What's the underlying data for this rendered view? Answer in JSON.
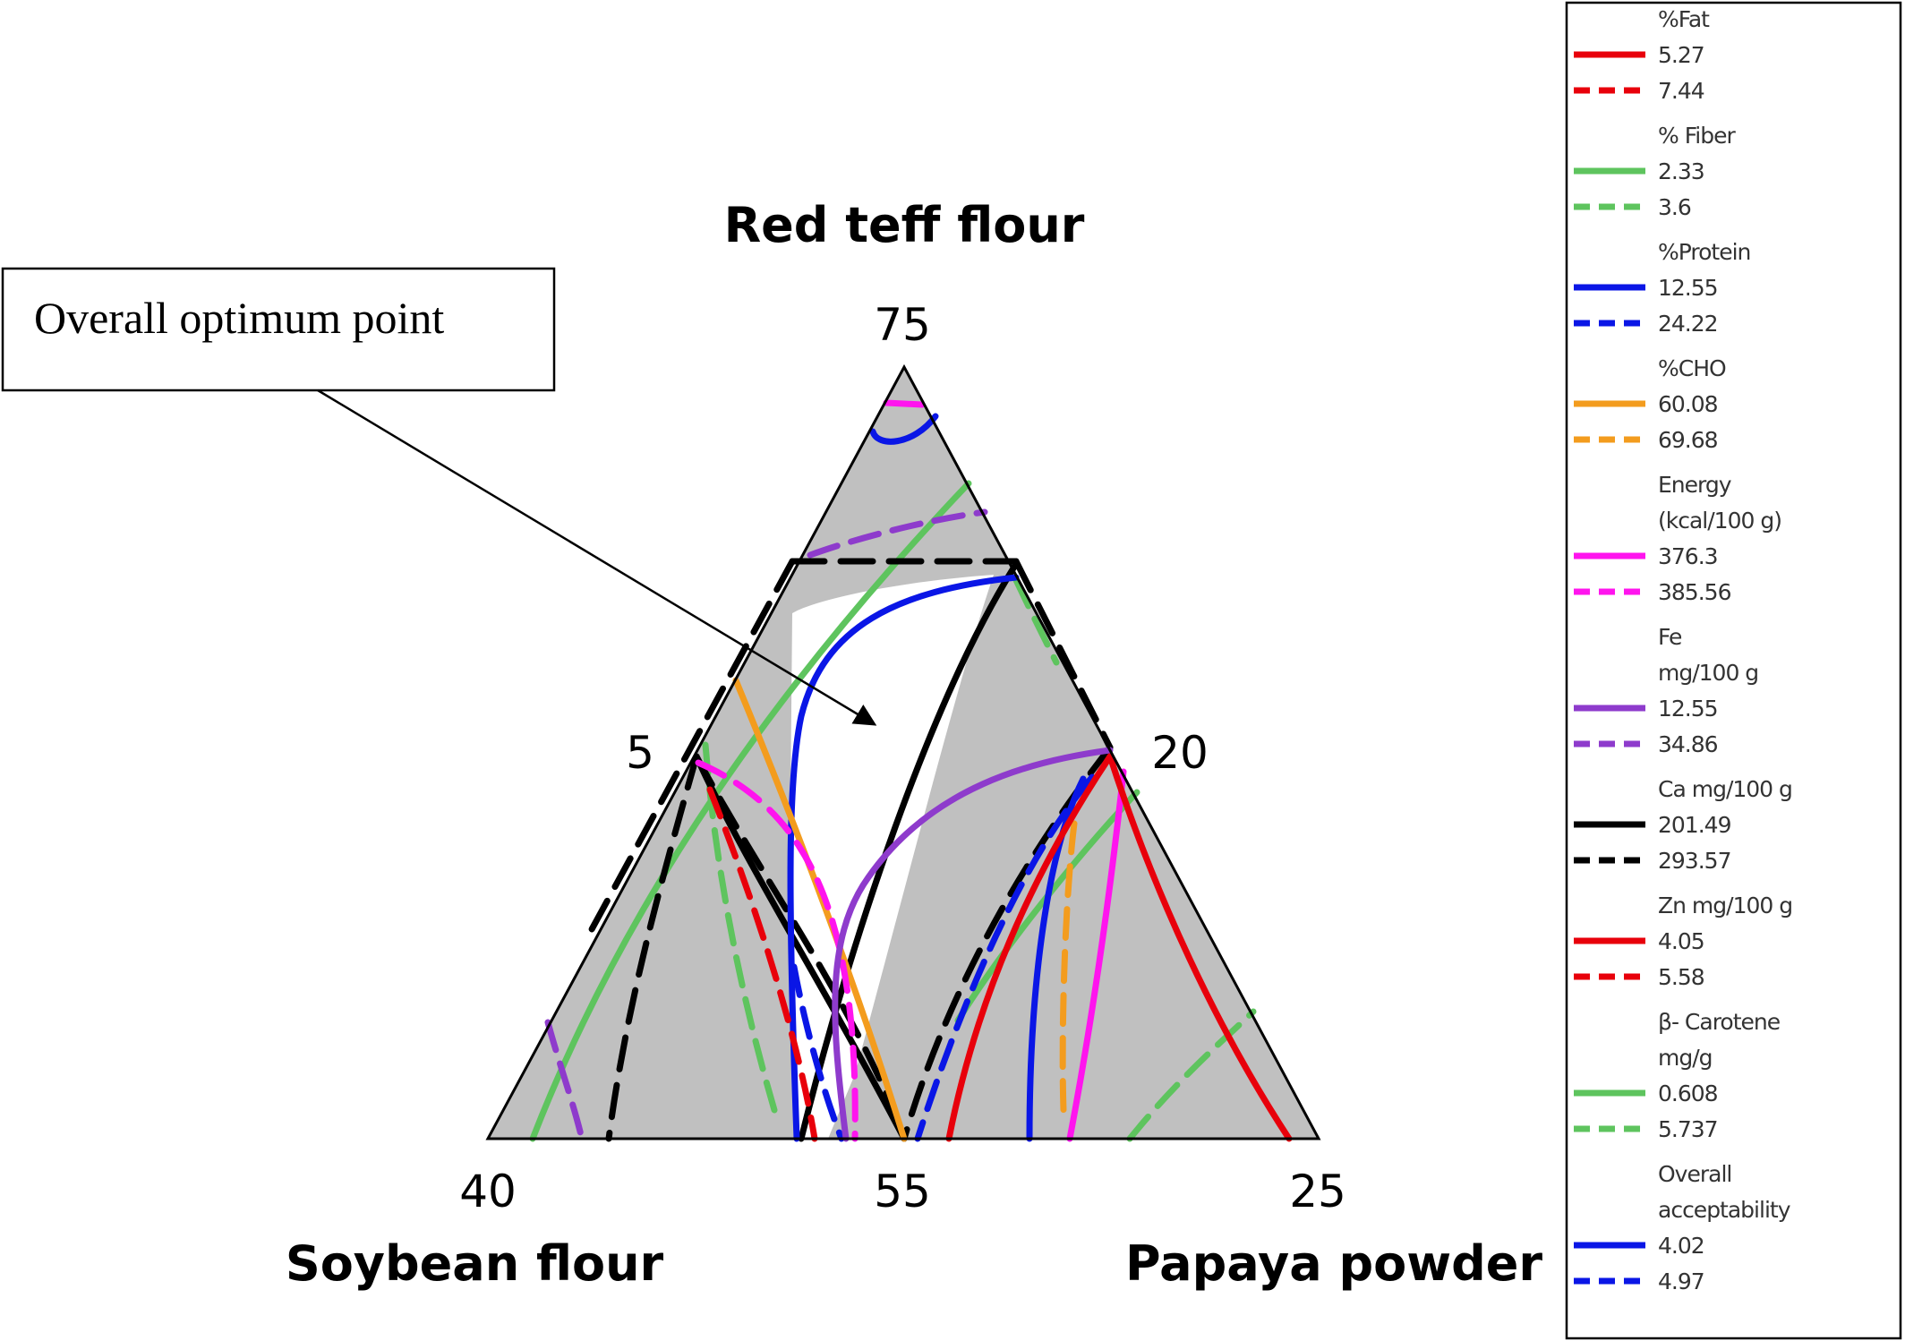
{
  "chart_data": {
    "type": "ternary-contour",
    "title": "",
    "axes": {
      "top": {
        "label": "Red teff flour"
      },
      "left": {
        "label": "Soybean flour"
      },
      "right": {
        "label": "Papaya powder"
      }
    },
    "tick_labels": [
      "75",
      "5",
      "20",
      "40",
      "55",
      "25"
    ],
    "annotation": "Overall optimum point",
    "background_color": "#c0c0c0",
    "feasible_region_color": "#ffffff",
    "legend_position": "right",
    "legend": [
      {
        "name": "%Fat",
        "color": "#e8000b",
        "entries": [
          {
            "value": "5.27",
            "style": "solid"
          },
          {
            "value": "7.44",
            "style": "dashed"
          }
        ]
      },
      {
        "name": "% Fiber",
        "color": "#5ec45e",
        "entries": [
          {
            "value": "2.33",
            "style": "solid"
          },
          {
            "value": "3.6",
            "style": "dashed"
          }
        ]
      },
      {
        "name": "%Protein",
        "color": "#0a16e6",
        "entries": [
          {
            "value": "12.55",
            "style": "solid"
          },
          {
            "value": "24.22",
            "style": "dashed"
          }
        ]
      },
      {
        "name": "%CHO",
        "color": "#f39c1e",
        "entries": [
          {
            "value": "60.08",
            "style": "solid"
          },
          {
            "value": "69.68",
            "style": "dashed"
          }
        ]
      },
      {
        "name": "Energy (kcal/100 g)",
        "lines": [
          "Energy",
          "(kcal/100 g)"
        ],
        "color": "#ff14ee",
        "entries": [
          {
            "value": "376.3",
            "style": "solid"
          },
          {
            "value": "385.56",
            "style": "dashed"
          }
        ]
      },
      {
        "name": "Fe mg/100 g",
        "lines": [
          "Fe",
          "mg/100 g"
        ],
        "color": "#8e3bcc",
        "entries": [
          {
            "value": "12.55",
            "style": "solid"
          },
          {
            "value": "34.86",
            "style": "dashed"
          }
        ]
      },
      {
        "name": "Ca mg/100 g",
        "color": "#000000",
        "entries": [
          {
            "value": "201.49",
            "style": "solid"
          },
          {
            "value": "293.57",
            "style": "dashed"
          }
        ]
      },
      {
        "name": "Zn mg/100 g",
        "color": "#e8000b",
        "entries": [
          {
            "value": "4.05",
            "style": "solid"
          },
          {
            "value": "5.58",
            "style": "dashed"
          }
        ]
      },
      {
        "name": "β- Carotene mg/g",
        "lines": [
          "β- Carotene",
          "mg/g"
        ],
        "color": "#5ec45e",
        "entries": [
          {
            "value": "0.608",
            "style": "solid"
          },
          {
            "value": "5.737",
            "style": "dashed"
          }
        ]
      },
      {
        "name": "Overall acceptability",
        "lines": [
          "Overall",
          "acceptability"
        ],
        "color": "#0a16e6",
        "entries": [
          {
            "value": "4.02",
            "style": "solid"
          },
          {
            "value": "4.97",
            "style": "dashed"
          }
        ]
      }
    ]
  }
}
